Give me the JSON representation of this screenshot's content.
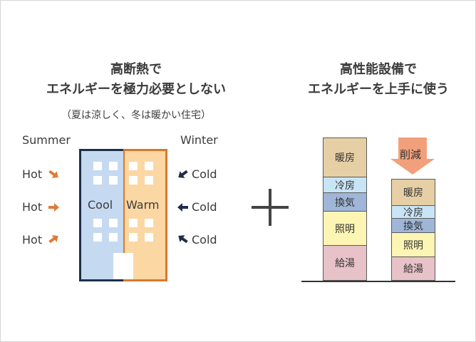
{
  "left": {
    "title_line1": "高断熱で",
    "title_line2": "エネルギーを極力必要としない",
    "subtitle": "（夏は涼しく、冬は暖かい住宅）",
    "summer": "Summer",
    "winter": "Winter",
    "hot": [
      "Hot",
      "Hot",
      "Hot"
    ],
    "cold": [
      "Cold",
      "Cold",
      "Cold"
    ],
    "cool": "Cool",
    "warm": "Warm"
  },
  "right": {
    "title_line1": "高性能設備で",
    "title_line2": "エネルギーを上手に使う",
    "reduce_label": "削減",
    "stack1": [
      "暖房",
      "冷房",
      "換気",
      "照明",
      "給湯"
    ],
    "stack2": [
      "暖房",
      "冷房",
      "換気",
      "照明",
      "給湯"
    ]
  },
  "plus": "＋",
  "colors": {
    "cool": "#c5d9f1",
    "warm": "#fbd7a4",
    "heating": "#e6cfa5",
    "cooling": "#c8e5f5",
    "ventilation": "#9fb6d8",
    "lighting": "#fdf5b3",
    "hotwater": "#e7c2c8",
    "arrow_orange": "#e07b39",
    "arrow_navy": "#1f2f4a",
    "reduce_arrow": "#f2a07b"
  }
}
